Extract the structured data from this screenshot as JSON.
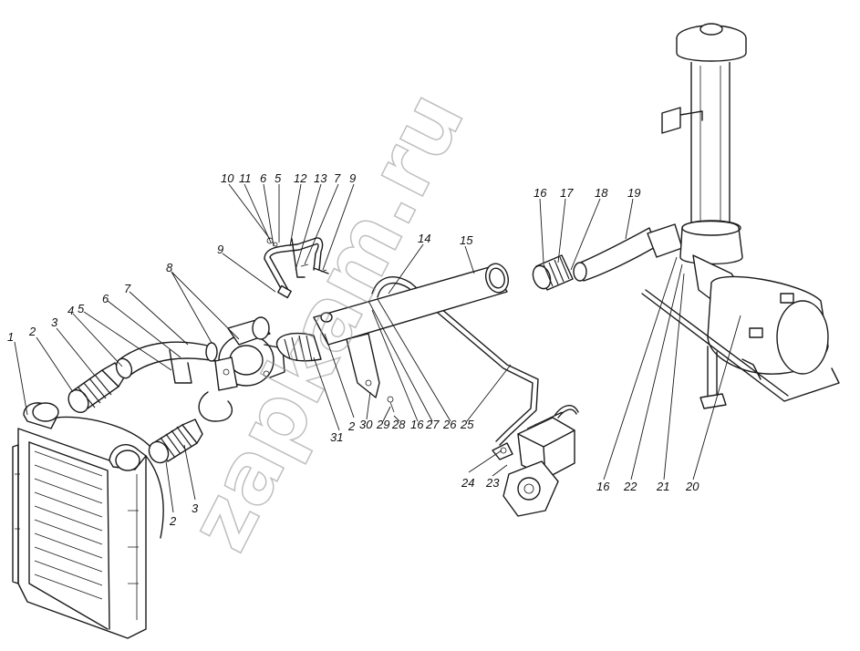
{
  "watermark": "zapkam.ru",
  "callouts": [
    {
      "id": "c1",
      "text": "1"
    },
    {
      "id": "c2a",
      "text": "2"
    },
    {
      "id": "c3a",
      "text": "3"
    },
    {
      "id": "c4",
      "text": "4"
    },
    {
      "id": "c5a",
      "text": "5"
    },
    {
      "id": "c6a",
      "text": "6"
    },
    {
      "id": "c7a",
      "text": "7"
    },
    {
      "id": "c8",
      "text": "8"
    },
    {
      "id": "c9a",
      "text": "9"
    },
    {
      "id": "c10",
      "text": "10"
    },
    {
      "id": "c11",
      "text": "11"
    },
    {
      "id": "c6b",
      "text": "6"
    },
    {
      "id": "c5b",
      "text": "5"
    },
    {
      "id": "c12",
      "text": "12"
    },
    {
      "id": "c13",
      "text": "13"
    },
    {
      "id": "c7b",
      "text": "7"
    },
    {
      "id": "c9b",
      "text": "9"
    },
    {
      "id": "c14",
      "text": "14"
    },
    {
      "id": "c15",
      "text": "15"
    },
    {
      "id": "c16a",
      "text": "16"
    },
    {
      "id": "c17",
      "text": "17"
    },
    {
      "id": "c18",
      "text": "18"
    },
    {
      "id": "c19",
      "text": "19"
    },
    {
      "id": "c2b",
      "text": "2"
    },
    {
      "id": "c3b",
      "text": "3"
    },
    {
      "id": "c31",
      "text": "31"
    },
    {
      "id": "c2c",
      "text": "2"
    },
    {
      "id": "c30",
      "text": "30"
    },
    {
      "id": "c29",
      "text": "29"
    },
    {
      "id": "c28",
      "text": "28"
    },
    {
      "id": "c16b",
      "text": "16"
    },
    {
      "id": "c27",
      "text": "27"
    },
    {
      "id": "c26",
      "text": "26"
    },
    {
      "id": "c25",
      "text": "25"
    },
    {
      "id": "c24",
      "text": "24"
    },
    {
      "id": "c23",
      "text": "23"
    },
    {
      "id": "c16c",
      "text": "16"
    },
    {
      "id": "c22",
      "text": "22"
    },
    {
      "id": "c21",
      "text": "21"
    },
    {
      "id": "c20",
      "text": "20"
    }
  ]
}
